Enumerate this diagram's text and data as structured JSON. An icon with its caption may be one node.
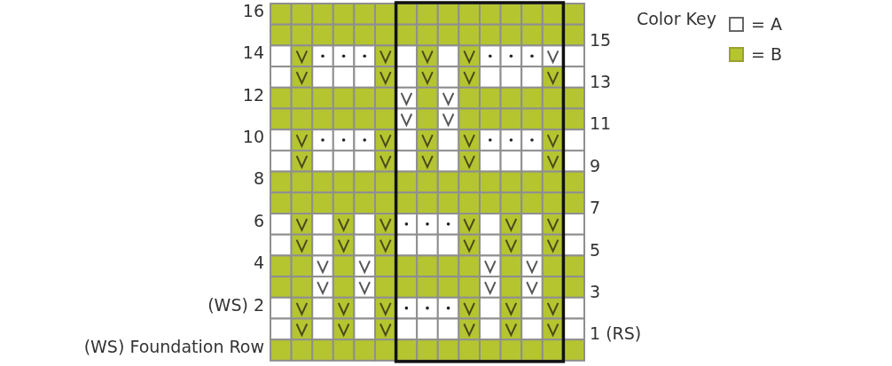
{
  "diagram": {
    "labels": [
      "16",
      "15",
      "14",
      "13",
      "12",
      "11",
      "10",
      "9",
      "8",
      "7",
      "6",
      "5",
      "4",
      "3",
      "(WS) 2",
      "1 (RS)",
      "(WS) Foundation Row",
      "Color Key"
    ],
    "legend": [
      {
        "text": "= A",
        "color": "#ffffff"
      },
      {
        "text": "= B",
        "color": "#b4c530"
      }
    ]
  }
}
